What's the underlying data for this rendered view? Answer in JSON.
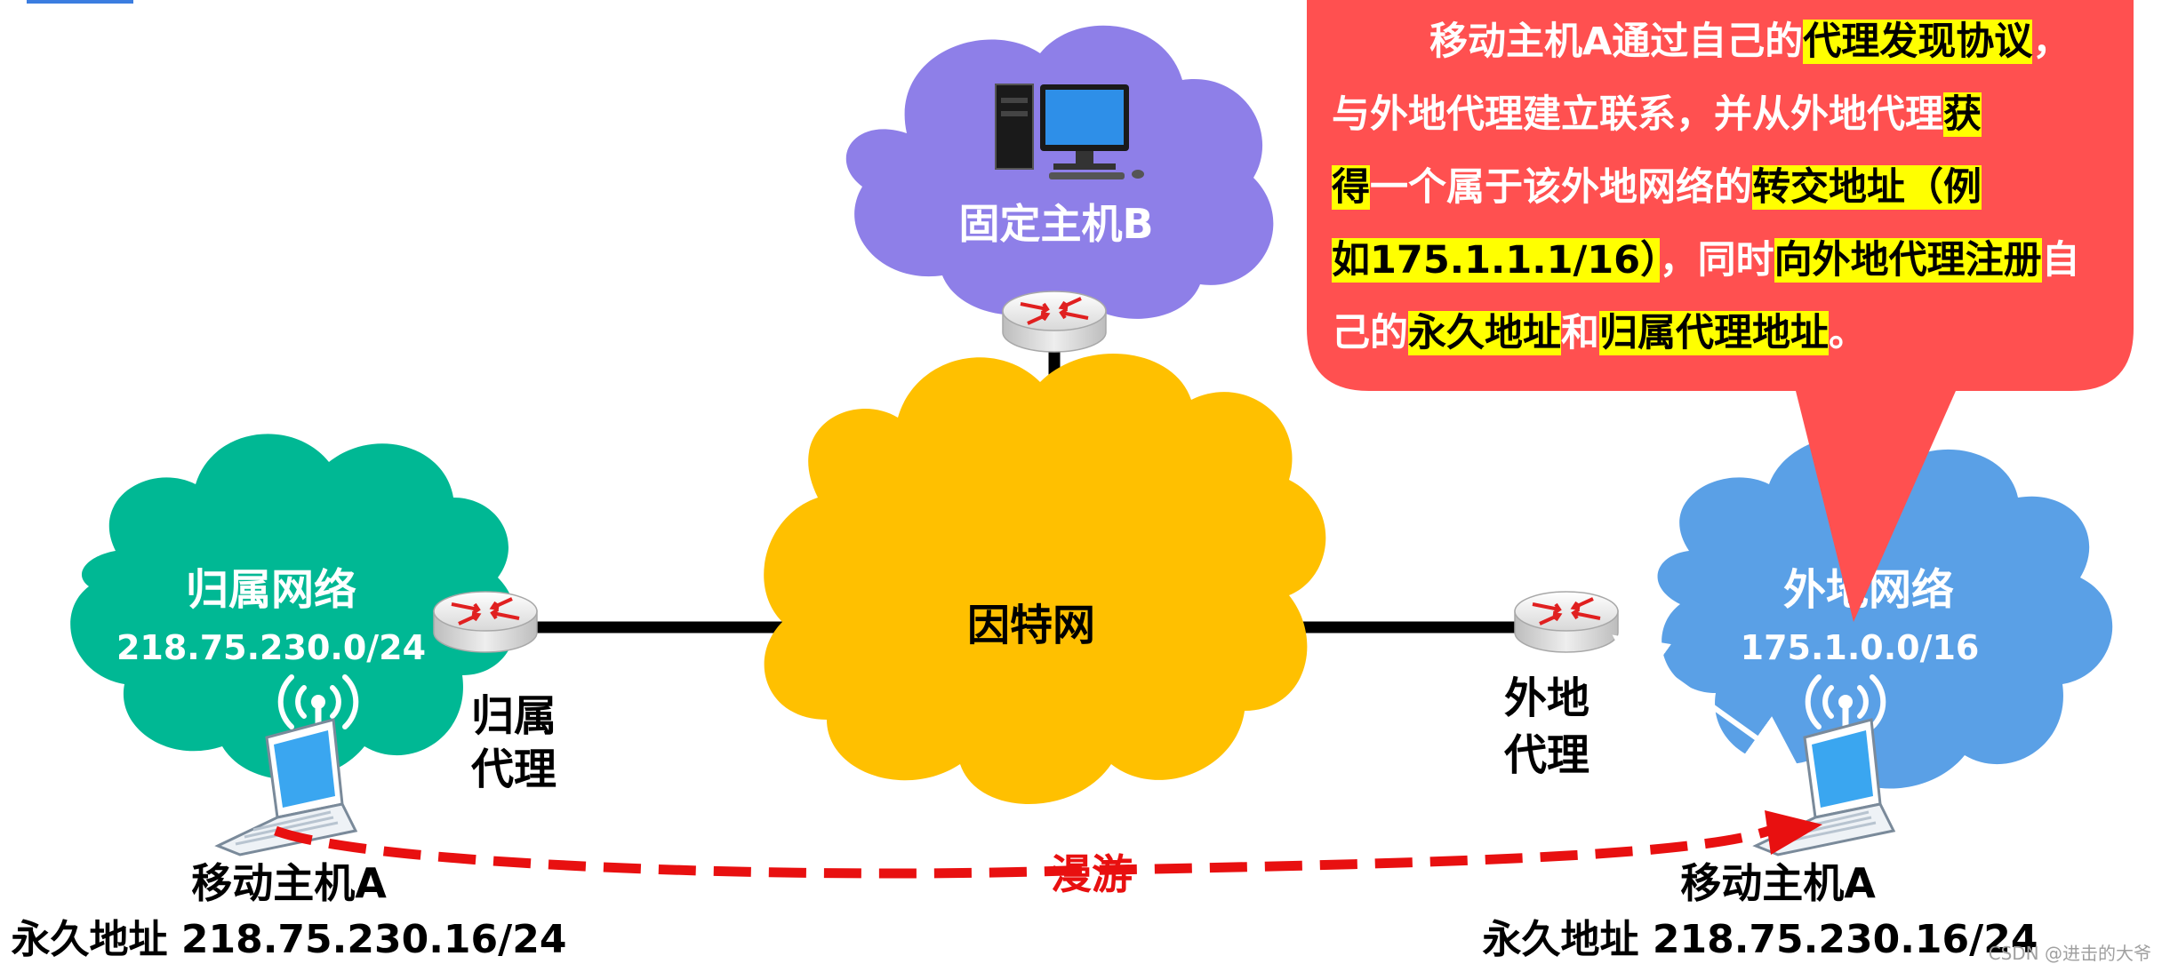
{
  "fixed_host": {
    "label": "固定主机B"
  },
  "internet": {
    "label": "因特网"
  },
  "home_network": {
    "name": "归属网络",
    "subnet": "218.75.230.0/24"
  },
  "home_agent": {
    "line1": "归属",
    "line2": "代理"
  },
  "foreign_network": {
    "name": "外地网络",
    "subnet": "175.1.0.0/16"
  },
  "foreign_agent": {
    "line1": "外地",
    "line2": "代理"
  },
  "mobile_left": {
    "name": "移动主机A",
    "address": "永久地址 218.75.230.16/24"
  },
  "mobile_right": {
    "name": "移动主机A",
    "address": "永久地址 218.75.230.16/24"
  },
  "roaming": {
    "label": "漫游"
  },
  "callout": {
    "l1a": "移动主机A通过自己的",
    "l1b": "代理发现协议",
    "l1c": "，",
    "l2a": "与外地代理建立联系，并从外地代理",
    "l2b": "获",
    "l3a": "得",
    "l3b": "一个属于该外地网络的",
    "l3c": "转交地址（例",
    "l4a": "如175.1.1.1/16）",
    "l4b": "，",
    "l4c": "同时",
    "l4d": "向外地代理注册",
    "l4e": "自",
    "l5a": "己的",
    "l5b": "永久地址",
    "l5c": "和",
    "l5d": "归属代理地址",
    "l5e": "。"
  },
  "watermark": "CSDN @进击的大爷",
  "colors": {
    "home_cloud": "#00b894",
    "internet_cloud": "#ffc000",
    "fixed_cloud": "#8e7fe8",
    "foreign_cloud": "#5aa0e6",
    "callout": "#ff5050",
    "highlight": "#ffff00",
    "roaming": "#e81010"
  }
}
